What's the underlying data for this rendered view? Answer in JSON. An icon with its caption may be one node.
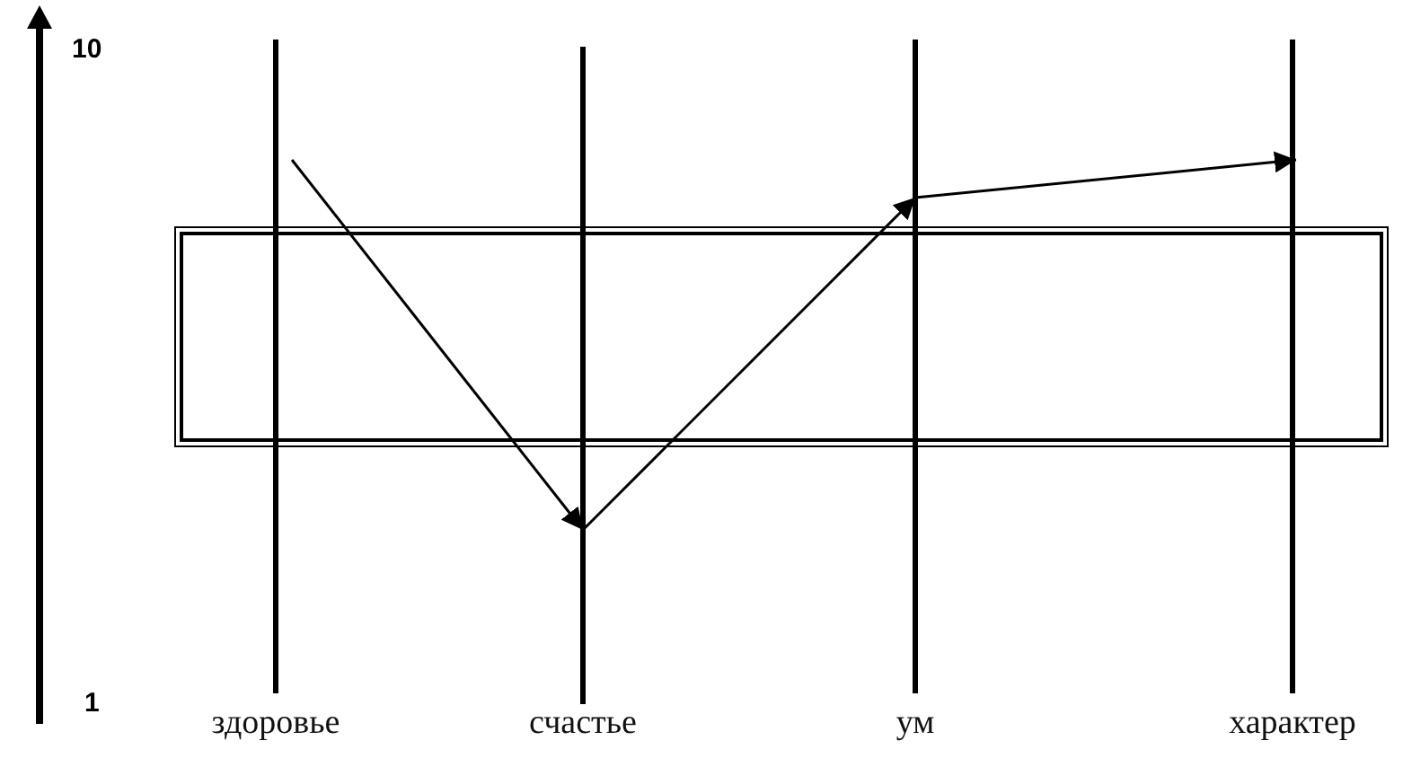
{
  "diagram": {
    "nodes": [
      {
        "text": [
          "здоровье"
        ]
      },
      {
        "text": [
          "счастье"
        ]
      },
      {
        "text": [
          "ум"
        ]
      },
      {
        "text": [
          "характер"
        ]
      }
    ],
    "edges": [
      {
        "from": 0,
        "to": 1,
        "arrow": "to"
      },
      {
        "from": 1,
        "to": 2,
        "arrow": "to"
      },
      {
        "from": 2,
        "to": 3,
        "arrow": "to"
      }
    ],
    "labels": [
      "10",
      "1"
    ]
  }
}
